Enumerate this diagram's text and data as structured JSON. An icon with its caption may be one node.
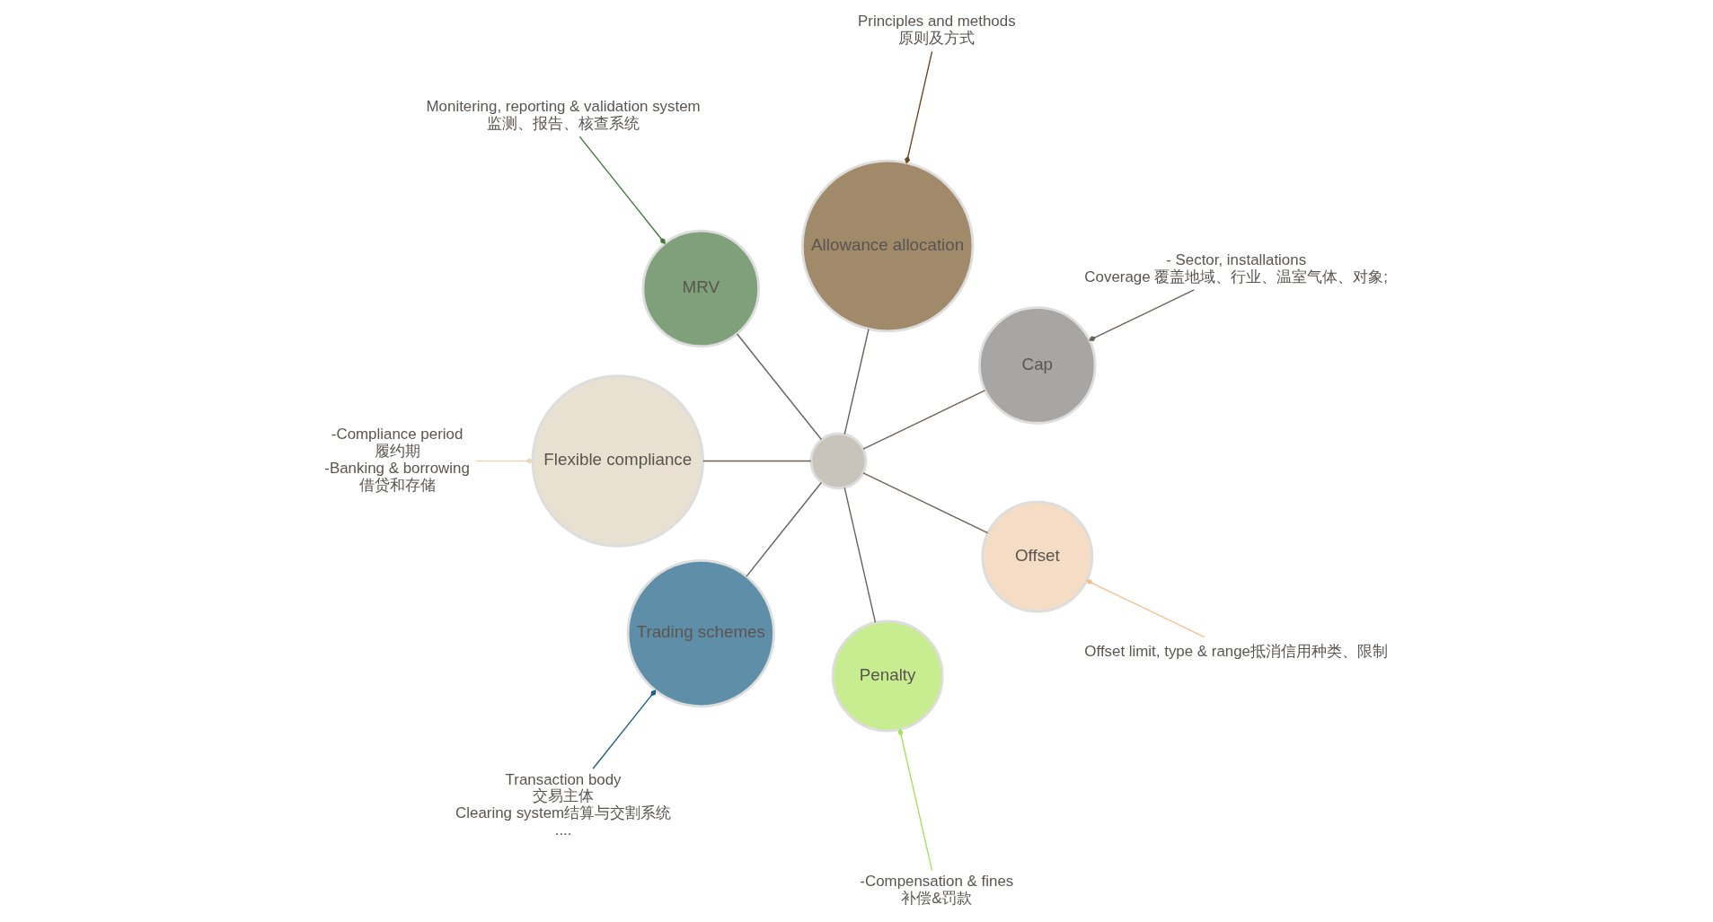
{
  "diagram": {
    "nodes": [
      {
        "text": [],
        "shape": "circle"
      },
      {
        "text": [
          "Cap"
        ]
      },
      {
        "text": [
          "Allowance allocation"
        ]
      },
      {
        "text": [
          "MRV"
        ]
      },
      {
        "text": [
          "Flexible compliance"
        ]
      },
      {
        "text": [
          "Trading schemes"
        ]
      },
      {
        "text": [
          "Penalty"
        ]
      },
      {
        "text": [
          "Offset"
        ]
      },
      {
        "text": [
          "- Sector, installations",
          "Coverage 覆盖地域、行业、温室气体、对象;"
        ]
      },
      {
        "text": [
          "Principles and methods",
          "原则及方式"
        ]
      },
      {
        "text": [
          "Monitering, reporting & validation system",
          "监测、报告、核查系统"
        ]
      },
      {
        "text": [
          "-Compliance period",
          "履约期",
          "-Banking & borrowing",
          "借贷和存储"
        ]
      },
      {
        "text": [
          "Transaction body",
          "交易主体",
          "Clearing system结算与交割系统",
          "...."
        ]
      },
      {
        "text": [
          "-Compensation & fines",
          "补偿&罚款"
        ]
      },
      {
        "text": [
          "Offset limit, type & range抵消信用种类、限制"
        ]
      }
    ],
    "edges": [
      {
        "from": 0,
        "to": 1,
        "arrow": "none"
      },
      {
        "from": 0,
        "to": 2,
        "arrow": "none"
      },
      {
        "from": 0,
        "to": 3,
        "arrow": "none"
      },
      {
        "from": 0,
        "to": 4,
        "arrow": "none"
      },
      {
        "from": 0,
        "to": 5,
        "arrow": "none"
      },
      {
        "from": 0,
        "to": 6,
        "arrow": "none"
      },
      {
        "from": 0,
        "to": 7,
        "arrow": "none"
      },
      {
        "from": 8,
        "to": 1,
        "arrow": "other"
      },
      {
        "from": 9,
        "to": 2,
        "arrow": "other",
        "color": "#6b4a1e"
      },
      {
        "from": 10,
        "to": 3,
        "arrow": "other",
        "color": "#3f7a3a"
      },
      {
        "from": 11,
        "to": 4,
        "arrow": "other",
        "color": "#e8d8b8"
      },
      {
        "from": 12,
        "to": 5,
        "arrow": "other",
        "color": "#1f5f8a"
      },
      {
        "from": 13,
        "to": 6,
        "arrow": "other",
        "color": "#a8e060"
      },
      {
        "from": 14,
        "to": 7,
        "arrow": "other",
        "color": "#f5c090"
      }
    ]
  }
}
